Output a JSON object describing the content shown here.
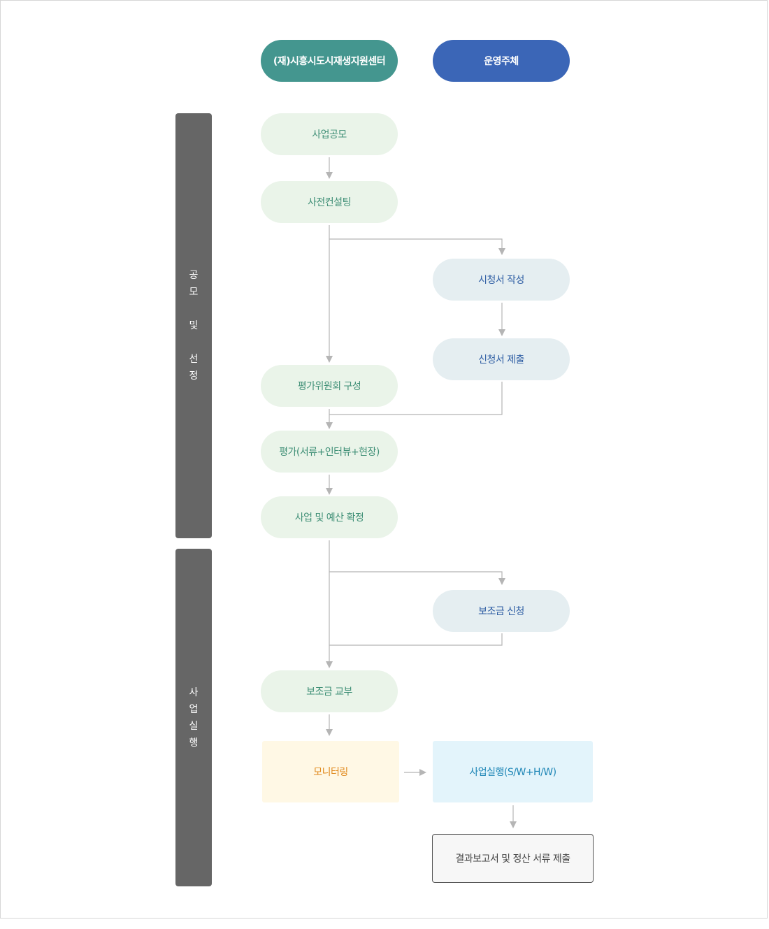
{
  "header": {
    "center_label": "(재)시흥시도시재생지원센터",
    "operator_label": "운영주체"
  },
  "phases": {
    "selection": [
      "공",
      "모",
      "",
      "및",
      "",
      "선",
      "정"
    ],
    "execution": [
      "사",
      "업",
      "실",
      "행"
    ]
  },
  "steps": {
    "call": "사업공모",
    "consulting": "사전컨설팅",
    "write_application": "시청서 작성",
    "submit_application": "신청서 제출",
    "committee": "평가위원회 구성",
    "evaluation": "평가(서류+인터뷰+현장)",
    "confirm": "사업 및 예산 확정",
    "subsidy_apply": "보조금 신청",
    "subsidy_grant": "보조금 교부",
    "monitoring": "모니터링",
    "execution": "사업실행(S/W+H/W)",
    "report": "결과보고서 및 정산 서류 제출"
  },
  "colors": {
    "center_header": "#44968f",
    "operator_header": "#3b66b7",
    "center_step_bg": "#eaf4e9",
    "operator_step_bg": "#e5eef1",
    "phase_bar": "#666666",
    "connector": "#b5b5b5",
    "monitoring": "#e0891c",
    "execution": "#1e86b6"
  }
}
